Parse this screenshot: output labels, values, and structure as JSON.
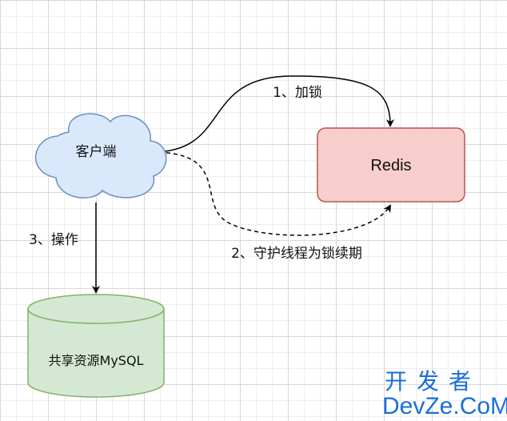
{
  "nodes": {
    "client": "客户端",
    "redis": "Redis",
    "database": "共享资源MySQL"
  },
  "edges": {
    "lock": "1、加锁",
    "renew": "2、守护线程为锁续期",
    "operate": "3、操作"
  },
  "colors": {
    "client_fill": "#dae8fc",
    "client_stroke": "#6c8ebf",
    "redis_fill": "#f8cecc",
    "redis_stroke": "#b85450",
    "db_fill": "#d5e8d4",
    "db_stroke": "#82b366",
    "watermark": "#1a6fd6"
  },
  "watermark": {
    "top": "开发者",
    "bottom": "DevZe.CoM"
  }
}
